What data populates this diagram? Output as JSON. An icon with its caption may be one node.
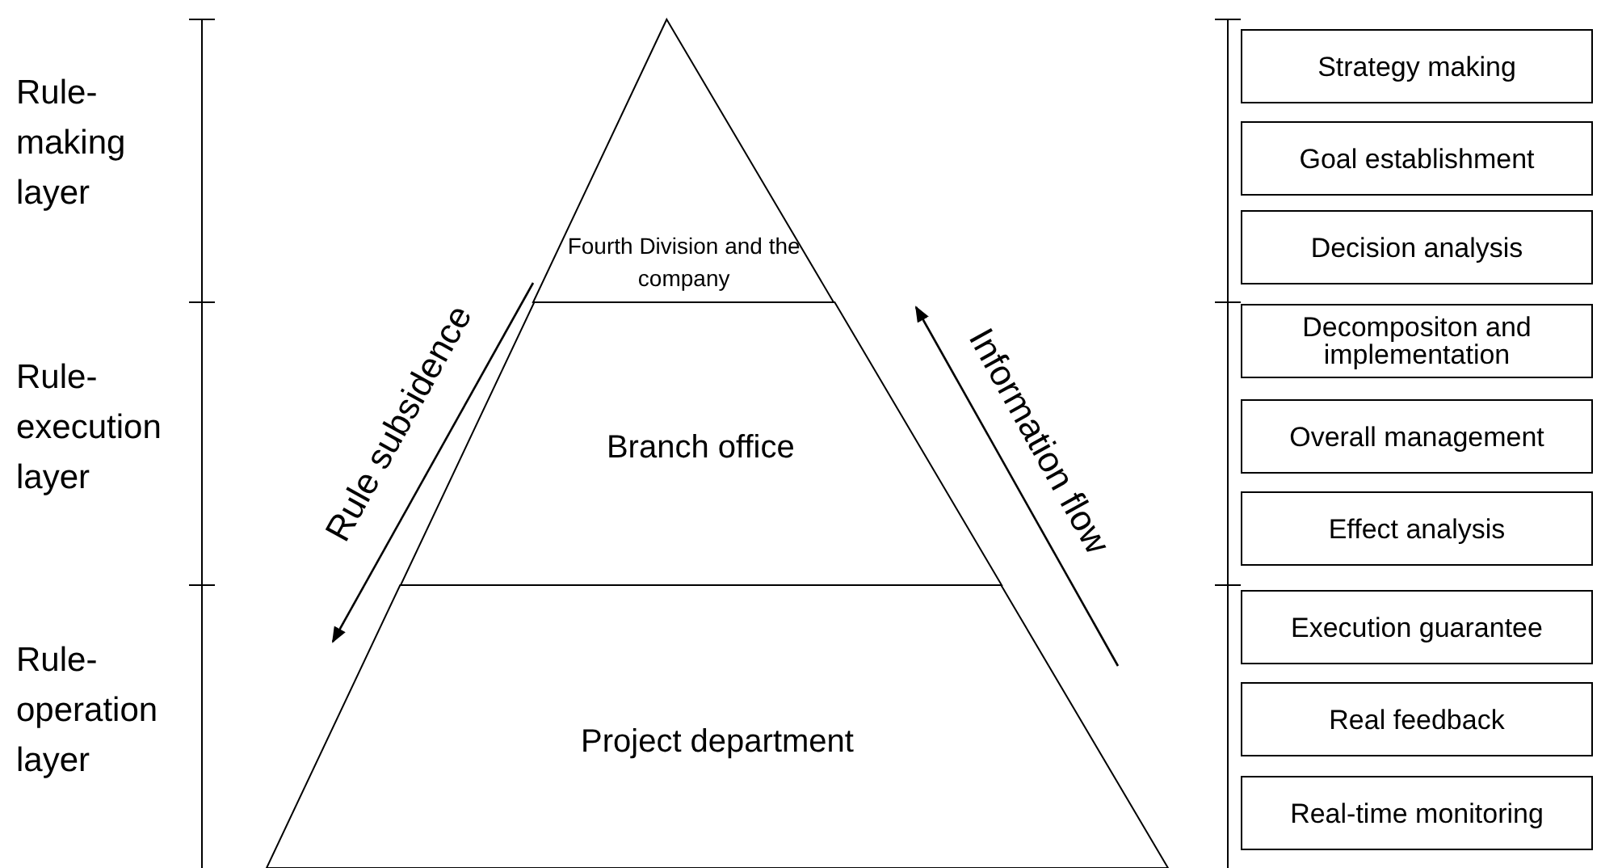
{
  "diagram": {
    "nodes": [
      {
        "text": [
          "Fourth Division and the company"
        ]
      },
      {
        "text": [
          "Branch office"
        ]
      },
      {
        "text": [
          "Project department"
        ]
      },
      {
        "text": [
          "Strategy making"
        ]
      },
      {
        "text": [
          "Goal establishment"
        ]
      },
      {
        "text": [
          "Decision analysis"
        ]
      },
      {
        "text": [
          "Decompositon and implementation"
        ]
      },
      {
        "text": [
          "Overall management"
        ]
      },
      {
        "text": [
          "Effect analysis"
        ]
      },
      {
        "text": [
          "Execution guarantee"
        ]
      },
      {
        "text": [
          "Real feedback"
        ]
      },
      {
        "text": [
          "Real-time monitoring"
        ]
      }
    ],
    "edges": [],
    "labels": [
      "Rule-making layer",
      "Rule-execution layer",
      "Rule-operation layer",
      "Rule subsidence",
      "Information flow"
    ]
  }
}
